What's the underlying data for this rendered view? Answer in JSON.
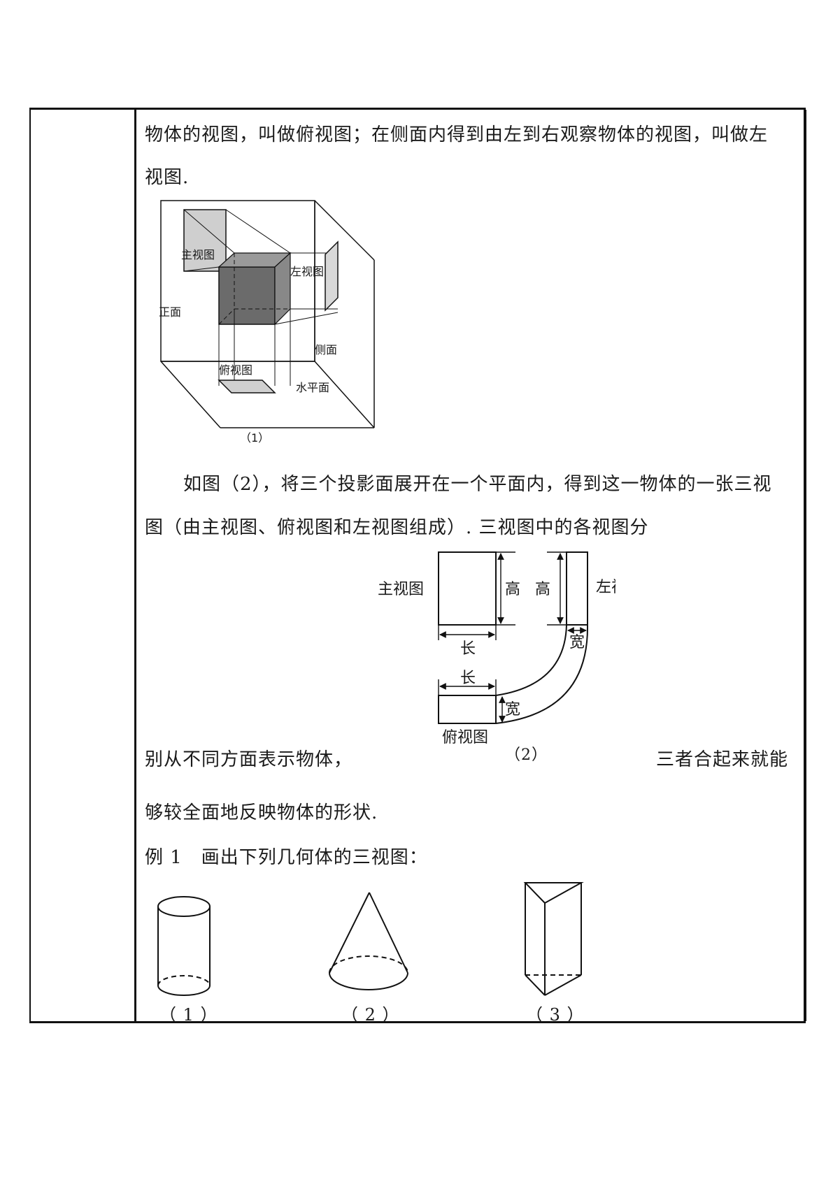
{
  "para1": {
    "line1": "物体的视图，叫做俯视图；在侧面内得到由左到右观察物体的视图，叫做左",
    "line2": "视图."
  },
  "fig1": {
    "label_front_view": "主视图",
    "label_left_view": "左视图",
    "label_front_plane": "正面",
    "label_side_plane": "侧面",
    "label_top_view": "俯视图",
    "label_horizontal_plane": "水平面",
    "caption": "（1）"
  },
  "para2": {
    "line1": "如图（2），将三个投影面展开在一个平面内，得到这一物体的一张三视",
    "line2": "图（由主视图、俯视图和左视图组成）. 三视图中的各视图分"
  },
  "fig2": {
    "label_front_view": "主视图",
    "label_left_view": "左视图",
    "label_top_view": "俯视图",
    "label_height_front": "高",
    "label_height_left": "高",
    "label_length_front": "长",
    "label_length_top": "长",
    "label_width_left": "宽",
    "label_width_top": "宽",
    "caption": "（2）"
  },
  "para3": {
    "left": "别从不同方面表示物体，",
    "right": "三者合起来就能",
    "line2": "够较全面地反映物体的形状."
  },
  "example": {
    "title": "例 1　画出下列几何体的三视图：",
    "captions": [
      "（ 1 ）",
      "（ 2 ）",
      "（ 3 ）"
    ]
  }
}
